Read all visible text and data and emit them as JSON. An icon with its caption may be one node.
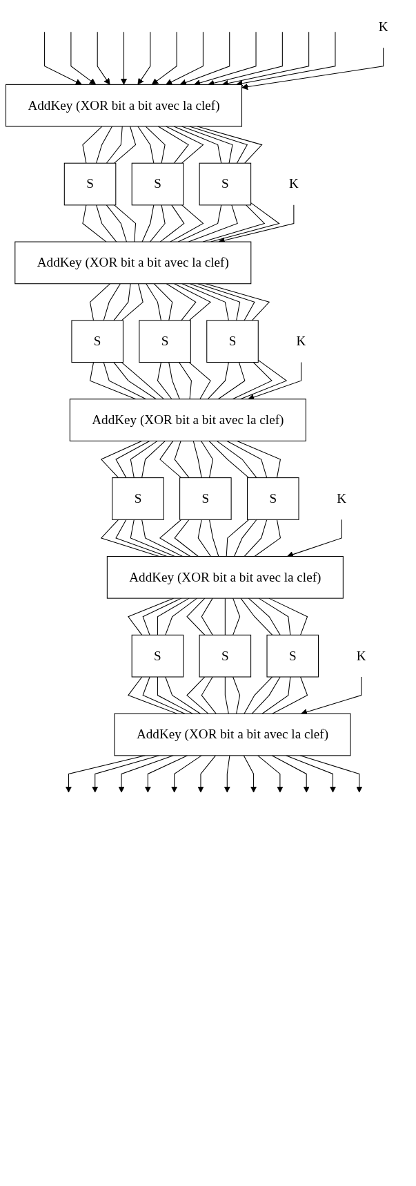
{
  "diagram": {
    "nodes": [
      {
        "text": [
          "AddKey (XOR bit a bit avec la clef)"
        ]
      },
      {
        "text": [
          "K"
        ]
      },
      {
        "text": [
          "S"
        ]
      },
      {
        "text": [
          "S"
        ]
      },
      {
        "text": [
          "S"
        ]
      },
      {
        "text": [
          "AddKey (XOR bit a bit avec la clef)"
        ]
      },
      {
        "text": [
          "K"
        ]
      },
      {
        "text": [
          "S"
        ]
      },
      {
        "text": [
          "S"
        ]
      },
      {
        "text": [
          "S"
        ]
      },
      {
        "text": [
          "AddKey (XOR bit a bit avec la clef)"
        ]
      },
      {
        "text": [
          "K"
        ]
      },
      {
        "text": [
          "S"
        ]
      },
      {
        "text": [
          "S"
        ]
      },
      {
        "text": [
          "S"
        ]
      },
      {
        "text": [
          "AddKey (XOR bit a bit avec la clef)"
        ]
      },
      {
        "text": [
          "K"
        ]
      },
      {
        "text": [
          "S"
        ]
      },
      {
        "text": [
          "S"
        ]
      },
      {
        "text": [
          "S"
        ]
      },
      {
        "text": [
          "AddKey (XOR bit a bit avec la clef)"
        ]
      },
      {
        "text": [
          "K"
        ]
      }
    ],
    "edges": [
      {
        "from": null,
        "to": 0,
        "arrow": "to"
      },
      {
        "from": null,
        "to": 0,
        "arrow": "to"
      },
      {
        "from": null,
        "to": 0,
        "arrow": "to"
      },
      {
        "from": null,
        "to": 0,
        "arrow": "to"
      },
      {
        "from": null,
        "to": 0,
        "arrow": "to"
      },
      {
        "from": null,
        "to": 0,
        "arrow": "to"
      },
      {
        "from": null,
        "to": 0,
        "arrow": "to"
      },
      {
        "from": null,
        "to": 0,
        "arrow": "to"
      },
      {
        "from": null,
        "to": 0,
        "arrow": "to"
      },
      {
        "from": null,
        "to": 0,
        "arrow": "to"
      },
      {
        "from": null,
        "to": 0,
        "arrow": "to"
      },
      {
        "from": null,
        "to": 0,
        "arrow": "to"
      },
      {
        "from": 1,
        "to": 0,
        "arrow": "to"
      },
      {
        "from": 0,
        "to": 2,
        "arrow": "none"
      },
      {
        "from": 0,
        "to": 2,
        "arrow": "none"
      },
      {
        "from": 0,
        "to": 2,
        "arrow": "none"
      },
      {
        "from": 0,
        "to": 2,
        "arrow": "none"
      },
      {
        "from": 0,
        "to": 3,
        "arrow": "none"
      },
      {
        "from": 0,
        "to": 3,
        "arrow": "none"
      },
      {
        "from": 0,
        "to": 3,
        "arrow": "none"
      },
      {
        "from": 0,
        "to": 3,
        "arrow": "none"
      },
      {
        "from": 0,
        "to": 4,
        "arrow": "none"
      },
      {
        "from": 0,
        "to": 4,
        "arrow": "none"
      },
      {
        "from": 0,
        "to": 4,
        "arrow": "none"
      },
      {
        "from": 0,
        "to": 4,
        "arrow": "none"
      },
      {
        "from": 2,
        "to": 5,
        "arrow": "none"
      },
      {
        "from": 2,
        "to": 5,
        "arrow": "none"
      },
      {
        "from": 2,
        "to": 5,
        "arrow": "none"
      },
      {
        "from": 2,
        "to": 5,
        "arrow": "none"
      },
      {
        "from": 3,
        "to": 5,
        "arrow": "none"
      },
      {
        "from": 3,
        "to": 5,
        "arrow": "none"
      },
      {
        "from": 3,
        "to": 5,
        "arrow": "none"
      },
      {
        "from": 3,
        "to": 5,
        "arrow": "none"
      },
      {
        "from": 4,
        "to": 5,
        "arrow": "none"
      },
      {
        "from": 4,
        "to": 5,
        "arrow": "none"
      },
      {
        "from": 4,
        "to": 5,
        "arrow": "none"
      },
      {
        "from": 4,
        "to": 5,
        "arrow": "none"
      },
      {
        "from": 6,
        "to": 5,
        "arrow": "to"
      },
      {
        "from": 5,
        "to": 7,
        "arrow": "none"
      },
      {
        "from": 5,
        "to": 7,
        "arrow": "none"
      },
      {
        "from": 5,
        "to": 7,
        "arrow": "none"
      },
      {
        "from": 5,
        "to": 7,
        "arrow": "none"
      },
      {
        "from": 5,
        "to": 8,
        "arrow": "none"
      },
      {
        "from": 5,
        "to": 8,
        "arrow": "none"
      },
      {
        "from": 5,
        "to": 8,
        "arrow": "none"
      },
      {
        "from": 5,
        "to": 8,
        "arrow": "none"
      },
      {
        "from": 5,
        "to": 9,
        "arrow": "none"
      },
      {
        "from": 5,
        "to": 9,
        "arrow": "none"
      },
      {
        "from": 5,
        "to": 9,
        "arrow": "none"
      },
      {
        "from": 5,
        "to": 9,
        "arrow": "none"
      },
      {
        "from": 7,
        "to": 10,
        "arrow": "none"
      },
      {
        "from": 7,
        "to": 10,
        "arrow": "none"
      },
      {
        "from": 7,
        "to": 10,
        "arrow": "none"
      },
      {
        "from": 7,
        "to": 10,
        "arrow": "none"
      },
      {
        "from": 8,
        "to": 10,
        "arrow": "none"
      },
      {
        "from": 8,
        "to": 10,
        "arrow": "none"
      },
      {
        "from": 8,
        "to": 10,
        "arrow": "none"
      },
      {
        "from": 8,
        "to": 10,
        "arrow": "none"
      },
      {
        "from": 9,
        "to": 10,
        "arrow": "none"
      },
      {
        "from": 9,
        "to": 10,
        "arrow": "none"
      },
      {
        "from": 9,
        "to": 10,
        "arrow": "none"
      },
      {
        "from": 9,
        "to": 10,
        "arrow": "none"
      },
      {
        "from": 11,
        "to": 10,
        "arrow": "to"
      },
      {
        "from": 10,
        "to": 12,
        "arrow": "none"
      },
      {
        "from": 10,
        "to": 12,
        "arrow": "none"
      },
      {
        "from": 10,
        "to": 12,
        "arrow": "none"
      },
      {
        "from": 10,
        "to": 12,
        "arrow": "none"
      },
      {
        "from": 10,
        "to": 13,
        "arrow": "none"
      },
      {
        "from": 10,
        "to": 13,
        "arrow": "none"
      },
      {
        "from": 10,
        "to": 13,
        "arrow": "none"
      },
      {
        "from": 10,
        "to": 13,
        "arrow": "none"
      },
      {
        "from": 10,
        "to": 14,
        "arrow": "none"
      },
      {
        "from": 10,
        "to": 14,
        "arrow": "none"
      },
      {
        "from": 10,
        "to": 14,
        "arrow": "none"
      },
      {
        "from": 10,
        "to": 14,
        "arrow": "none"
      },
      {
        "from": 12,
        "to": 15,
        "arrow": "none"
      },
      {
        "from": 12,
        "to": 15,
        "arrow": "none"
      },
      {
        "from": 12,
        "to": 15,
        "arrow": "none"
      },
      {
        "from": 12,
        "to": 15,
        "arrow": "none"
      },
      {
        "from": 13,
        "to": 15,
        "arrow": "none"
      },
      {
        "from": 13,
        "to": 15,
        "arrow": "none"
      },
      {
        "from": 13,
        "to": 15,
        "arrow": "none"
      },
      {
        "from": 13,
        "to": 15,
        "arrow": "none"
      },
      {
        "from": 14,
        "to": 15,
        "arrow": "none"
      },
      {
        "from": 14,
        "to": 15,
        "arrow": "none"
      },
      {
        "from": 14,
        "to": 15,
        "arrow": "none"
      },
      {
        "from": 14,
        "to": 15,
        "arrow": "none"
      },
      {
        "from": 16,
        "to": 15,
        "arrow": "to"
      },
      {
        "from": 15,
        "to": 17,
        "arrow": "none"
      },
      {
        "from": 15,
        "to": 17,
        "arrow": "none"
      },
      {
        "from": 15,
        "to": 17,
        "arrow": "none"
      },
      {
        "from": 15,
        "to": 17,
        "arrow": "none"
      },
      {
        "from": 15,
        "to": 18,
        "arrow": "none"
      },
      {
        "from": 15,
        "to": 18,
        "arrow": "none"
      },
      {
        "from": 15,
        "to": 18,
        "arrow": "none"
      },
      {
        "from": 15,
        "to": 18,
        "arrow": "none"
      },
      {
        "from": 15,
        "to": 19,
        "arrow": "none"
      },
      {
        "from": 15,
        "to": 19,
        "arrow": "none"
      },
      {
        "from": 15,
        "to": 19,
        "arrow": "none"
      },
      {
        "from": 15,
        "to": 19,
        "arrow": "none"
      },
      {
        "from": 17,
        "to": 20,
        "arrow": "none"
      },
      {
        "from": 17,
        "to": 20,
        "arrow": "none"
      },
      {
        "from": 17,
        "to": 20,
        "arrow": "none"
      },
      {
        "from": 17,
        "to": 20,
        "arrow": "none"
      },
      {
        "from": 18,
        "to": 20,
        "arrow": "none"
      },
      {
        "from": 18,
        "to": 20,
        "arrow": "none"
      },
      {
        "from": 18,
        "to": 20,
        "arrow": "none"
      },
      {
        "from": 18,
        "to": 20,
        "arrow": "none"
      },
      {
        "from": 19,
        "to": 20,
        "arrow": "none"
      },
      {
        "from": 19,
        "to": 20,
        "arrow": "none"
      },
      {
        "from": 19,
        "to": 20,
        "arrow": "none"
      },
      {
        "from": 19,
        "to": 20,
        "arrow": "none"
      },
      {
        "from": 21,
        "to": 20,
        "arrow": "to"
      },
      {
        "from": 20,
        "to": null,
        "arrow": "to"
      },
      {
        "from": 20,
        "to": null,
        "arrow": "to"
      },
      {
        "from": 20,
        "to": null,
        "arrow": "to"
      },
      {
        "from": 20,
        "to": null,
        "arrow": "to"
      },
      {
        "from": 20,
        "to": null,
        "arrow": "to"
      },
      {
        "from": 20,
        "to": null,
        "arrow": "to"
      },
      {
        "from": 20,
        "to": null,
        "arrow": "to"
      },
      {
        "from": 20,
        "to": null,
        "arrow": "to"
      },
      {
        "from": 20,
        "to": null,
        "arrow": "to"
      },
      {
        "from": 20,
        "to": null,
        "arrow": "to"
      },
      {
        "from": 20,
        "to": null,
        "arrow": "to"
      },
      {
        "from": 20,
        "to": null,
        "arrow": "to"
      }
    ]
  }
}
